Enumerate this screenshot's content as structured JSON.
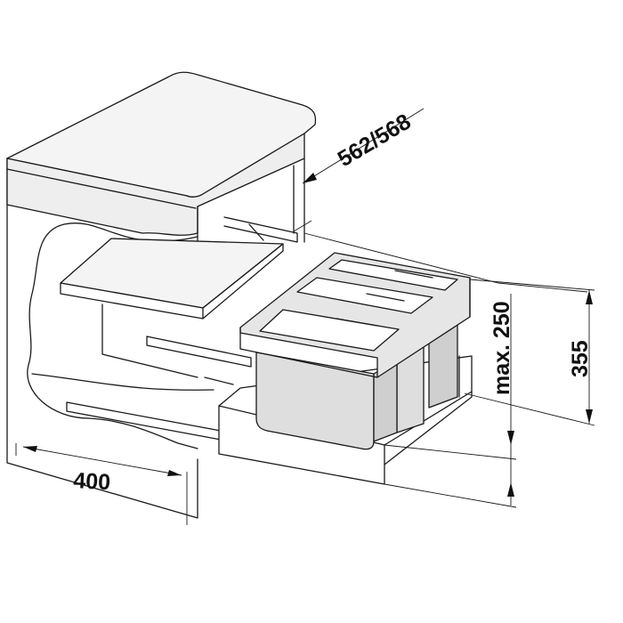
{
  "dimensions": {
    "width": "400",
    "depth": "562/568",
    "height": "355",
    "max_bin_height": "max. 250"
  }
}
